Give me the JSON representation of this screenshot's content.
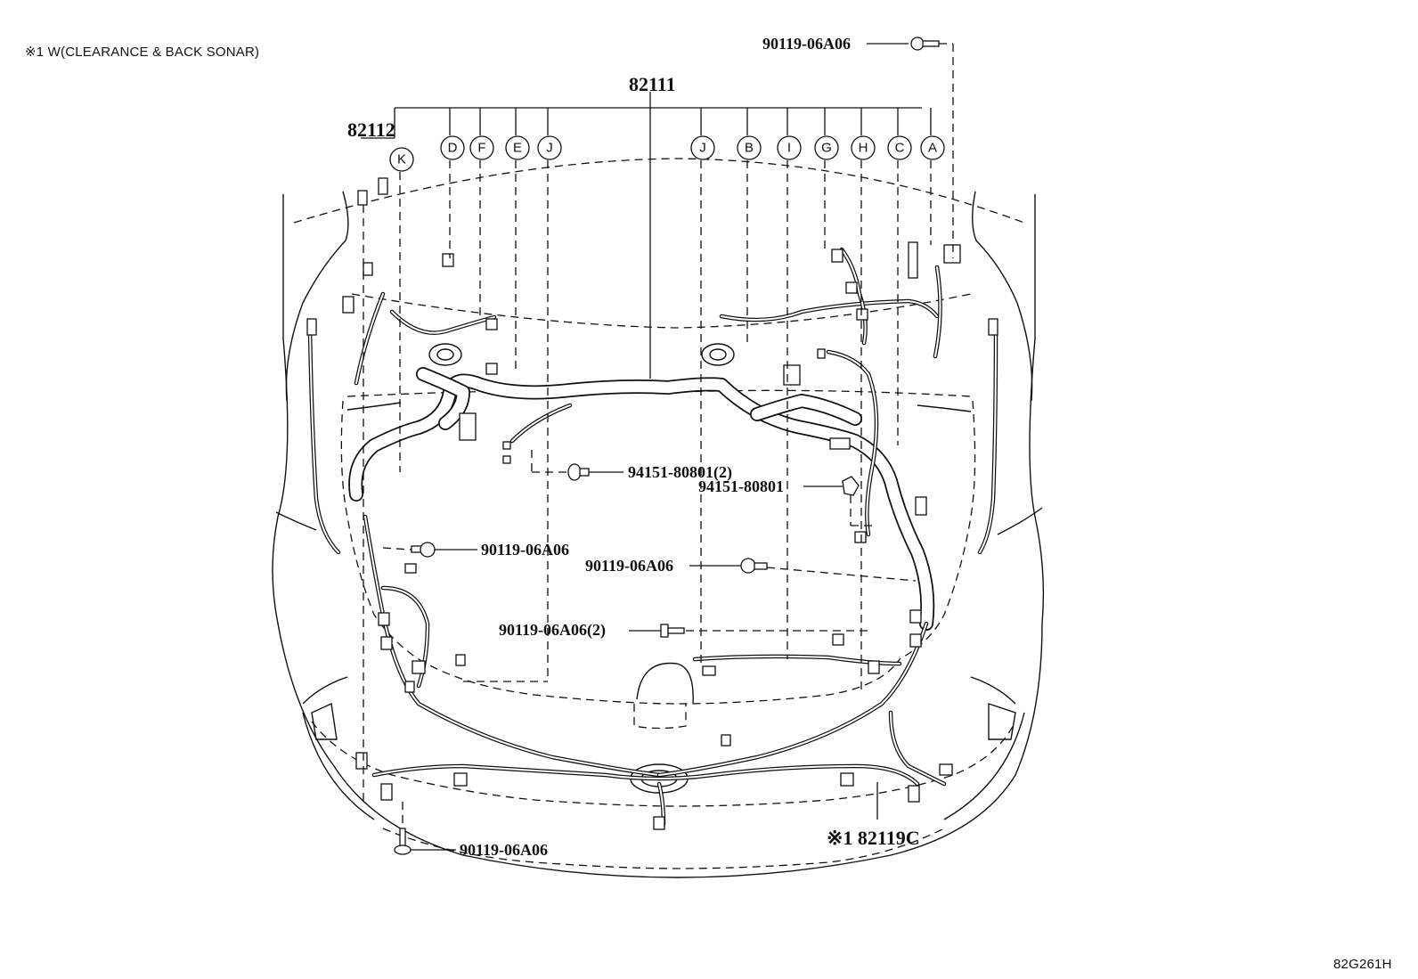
{
  "title_note": "※1 W(CLEARANCE & BACK SONAR)",
  "figure_code": "82G261H",
  "parts": {
    "main_harness": "82111",
    "sub_harness": "82112",
    "sonar_harness": "※1 82119C",
    "bolt_top": "90119-06A06",
    "clip_center": "94151-80801(2)",
    "clip_right": "94151-80801",
    "bolt_left": "90119-06A06",
    "bolt_right": "90119-06A06",
    "bolt_lower": "90119-06A06(2)",
    "bolt_bottom": "90119-06A06"
  },
  "connector_labels": [
    {
      "id": "K",
      "letter": "K"
    },
    {
      "id": "D",
      "letter": "D"
    },
    {
      "id": "F",
      "letter": "F"
    },
    {
      "id": "E",
      "letter": "E"
    },
    {
      "id": "J1",
      "letter": "J"
    },
    {
      "id": "J2",
      "letter": "J"
    },
    {
      "id": "B",
      "letter": "B"
    },
    {
      "id": "I",
      "letter": "I"
    },
    {
      "id": "G",
      "letter": "G"
    },
    {
      "id": "H",
      "letter": "H"
    },
    {
      "id": "C",
      "letter": "C"
    },
    {
      "id": "A",
      "letter": "A"
    }
  ]
}
